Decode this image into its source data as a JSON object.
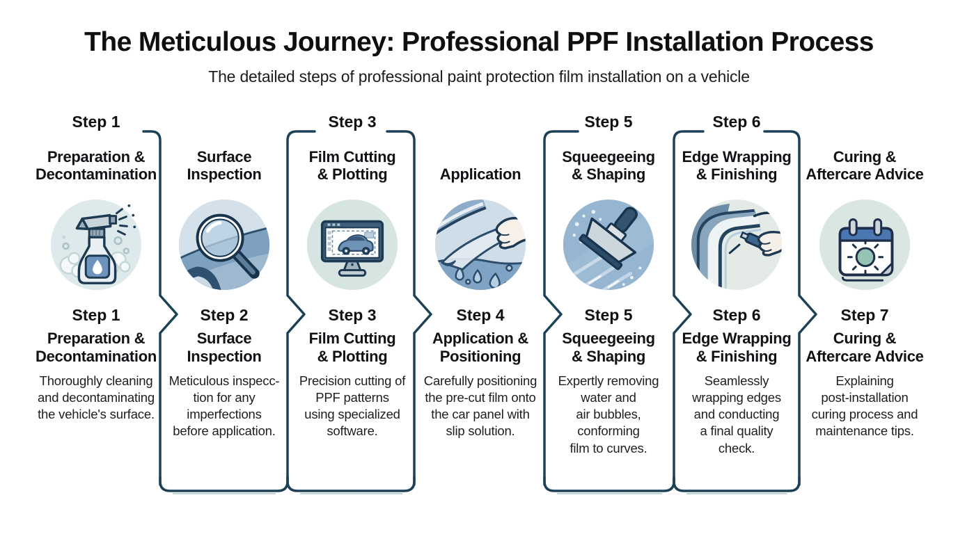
{
  "title": "The Meticulous Journey: Professional PPF Installation Process",
  "subtitle": "The detailed steps of professional paint protection film installation on a vehicle",
  "accent_color": "#1c4156",
  "steps": [
    {
      "bracket_label": "Step 1",
      "top_title": "Preparation &\nDecontamination",
      "icon": "spray-bottle-icon",
      "step_label": "Step 1",
      "step_title": "Preparation &\nDecontamination",
      "description": "Thoroughly cleaning\nand decontaminating\nthe vehicle's surface."
    },
    {
      "bracket_label": "",
      "top_title": "Surface\nInspection",
      "icon": "magnifier-car-icon",
      "step_label": "Step 2",
      "step_title": "Surface\nInspection",
      "description": "Meticulous inspecc-\ntion for any\nimperfections\nbefore application."
    },
    {
      "bracket_label": "Step 3",
      "top_title": "Film Cutting\n& Plotting",
      "icon": "plotting-software-icon",
      "step_label": "Step 3",
      "step_title": "Film Cutting\n& Plotting",
      "description": "Precision cutting of\nPPF patterns\nusing specialized\nsoftware."
    },
    {
      "bracket_label": "",
      "top_title": "Application",
      "icon": "film-application-icon",
      "step_label": "Step 4",
      "step_title": "Application &\nPositioning",
      "description": "Carefully positioning\nthe pre-cut film onto\nthe car panel with\nslip solution."
    },
    {
      "bracket_label": "Step 5",
      "top_title": "Squeegeeing\n& Shaping",
      "icon": "squeegee-icon",
      "step_label": "Step 5",
      "step_title": "Squeegeeing\n& Shaping",
      "description": "Expertly removing\nwater and\nair bubbles,\nconforming\nfilm to curves."
    },
    {
      "bracket_label": "Step 6",
      "top_title": "Edge Wrapping\n& Finishing",
      "icon": "edge-cutting-icon",
      "step_label": "Step 6",
      "step_title": "Edge Wrapping\n& Finishing",
      "description": "Seamlessly\nwrapping edges\nand conducting\na final quality\ncheck."
    },
    {
      "bracket_label": "",
      "top_title": "Curing &\nAftercare Advice",
      "icon": "calendar-sun-icon",
      "step_label": "Step 7",
      "step_title": "Curing &\nAftercare Advice",
      "description": "Explaining\npost-installation\ncuring process and\nmaintenance tips."
    }
  ]
}
